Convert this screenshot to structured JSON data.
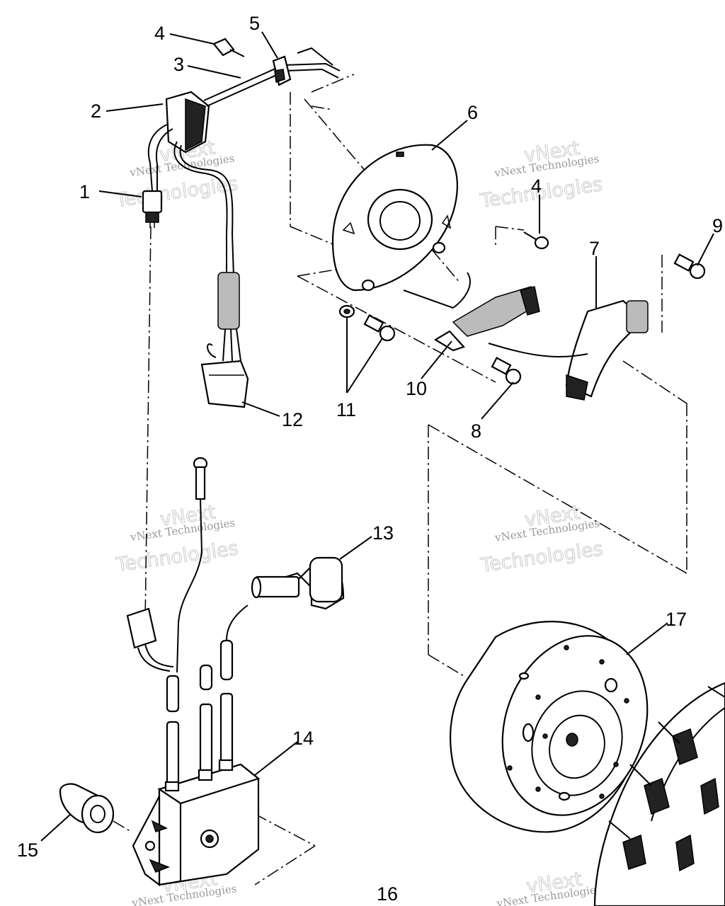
{
  "watermark": {
    "line1": "vNext",
    "line2": "vNext Technologies",
    "line3": "Technologies"
  },
  "callouts": [
    {
      "id": "1",
      "label": "1"
    },
    {
      "id": "2",
      "label": "2"
    },
    {
      "id": "3",
      "label": "3"
    },
    {
      "id": "4a",
      "label": "4"
    },
    {
      "id": "4b",
      "label": "4"
    },
    {
      "id": "5",
      "label": "5"
    },
    {
      "id": "6",
      "label": "6"
    },
    {
      "id": "7",
      "label": "7"
    },
    {
      "id": "8",
      "label": "8"
    },
    {
      "id": "9",
      "label": "9"
    },
    {
      "id": "10",
      "label": "10"
    },
    {
      "id": "11",
      "label": "11"
    },
    {
      "id": "12",
      "label": "12"
    },
    {
      "id": "13",
      "label": "13"
    },
    {
      "id": "14",
      "label": "14"
    },
    {
      "id": "15",
      "label": "15"
    },
    {
      "id": "16",
      "label": "16"
    },
    {
      "id": "17",
      "label": "17"
    }
  ]
}
